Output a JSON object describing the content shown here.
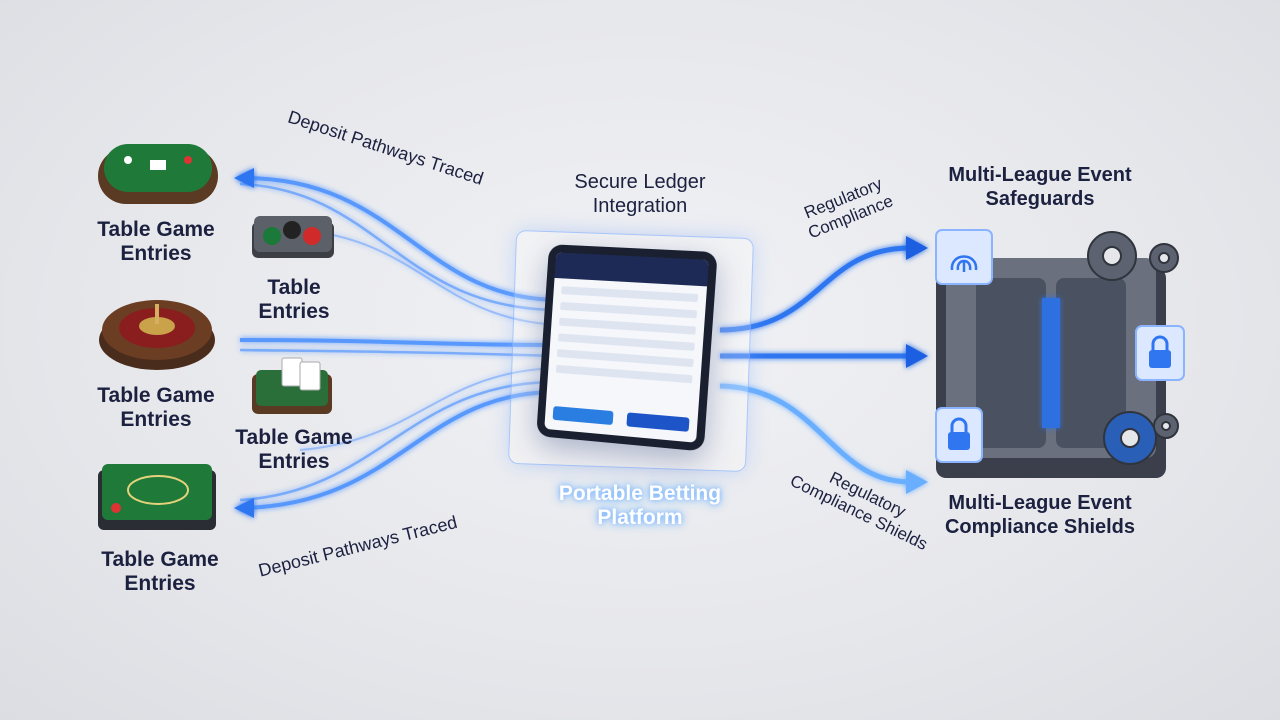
{
  "labels": {
    "table_game_entries_1": [
      "Table Game",
      "Entries"
    ],
    "table_entries": [
      "Table",
      "Entries"
    ],
    "table_game_entries_2": [
      "Table Game",
      "Entries"
    ],
    "table_game_entries_3": [
      "Table Game",
      "Entries"
    ],
    "table_game_entries_4": [
      "Table Game",
      "Entries"
    ],
    "deposit_top": "Deposit Pathways Traced",
    "deposit_bottom": "Deposit Pathways Traced",
    "secure_ledger": [
      "Secure Ledger",
      "Integration"
    ],
    "portable_platform": [
      "Portable Betting",
      "Platform"
    ],
    "regulatory_top": [
      "Regulatory",
      "Compliance"
    ],
    "regulatory_bottom": [
      "Regulatory",
      "Compliance Shields"
    ],
    "safeguards": [
      "Multi-League Event",
      "Safeguards"
    ],
    "shields": [
      "Multi-League Event",
      "Compliance Shields"
    ]
  },
  "icons": {
    "poker_table": "poker-table-icon",
    "chips": "poker-chips-icon",
    "roulette": "roulette-wheel-icon",
    "cards": "playing-cards-icon",
    "blackjack": "blackjack-table-icon",
    "tablet": "tablet-device-icon",
    "vault": "vault-icon",
    "fingerprint": "fingerprint-icon",
    "lock": "lock-icon",
    "gear": "gear-icon"
  },
  "colors": {
    "flow": "#3b82f6",
    "flow_glow": "#9cc5ff",
    "felt": "#1f7a3a",
    "vault": "#4a5160"
  }
}
